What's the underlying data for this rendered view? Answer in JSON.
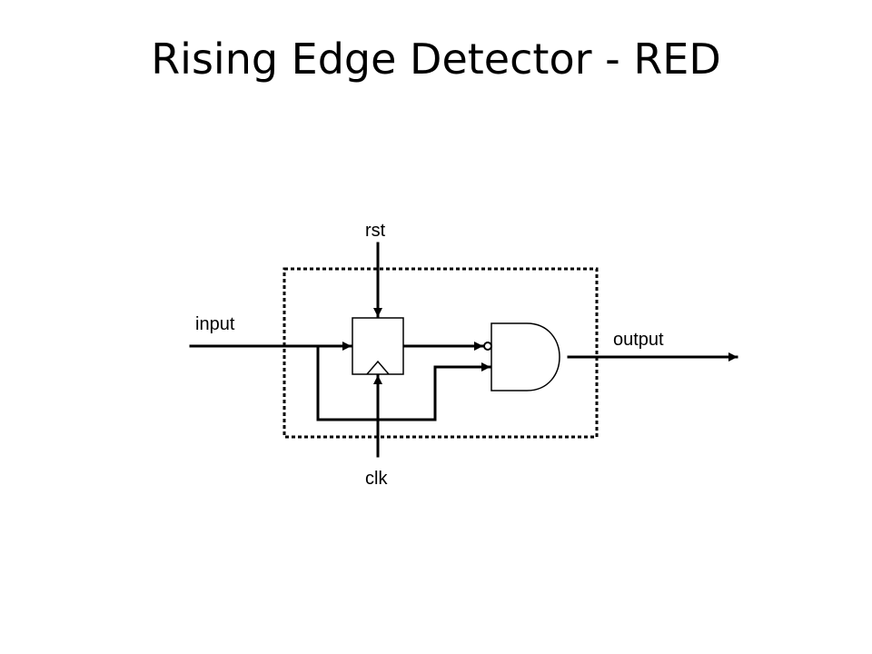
{
  "title": "Rising Edge Detector - RED",
  "labels": {
    "input": "input",
    "output": "output",
    "rst": "rst",
    "clk": "clk"
  },
  "colors": {
    "stroke": "#000000",
    "background": "#ffffff"
  }
}
